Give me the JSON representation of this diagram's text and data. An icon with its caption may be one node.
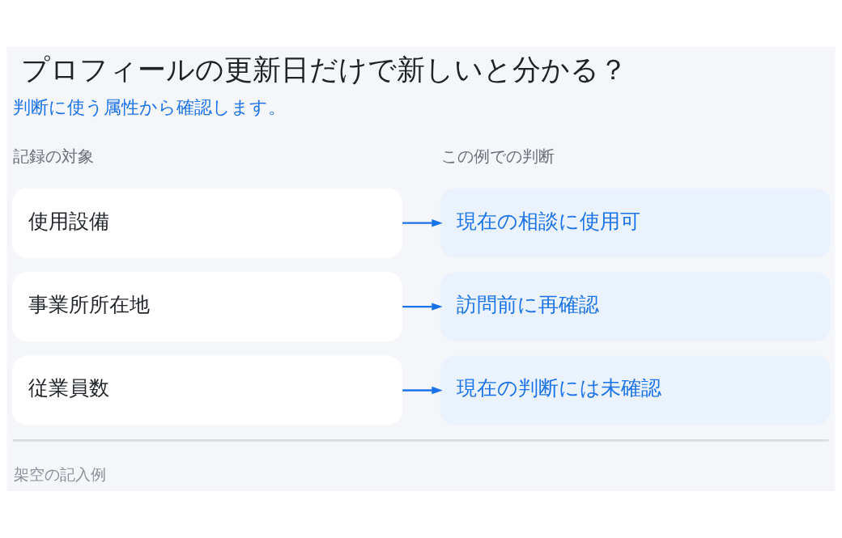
{
  "diagram": {
    "title": "プロフィールの更新日だけで新しいと分かる？",
    "caption": "架空の記入例",
    "nodes": [
      {
        "text": [
          "使用設備"
        ]
      },
      {
        "text": [
          "現在の相談に使用可"
        ]
      },
      {
        "text": [
          "事業所所在地"
        ]
      },
      {
        "text": [
          "訪問前に再確認"
        ]
      },
      {
        "text": [
          "従業員数"
        ]
      },
      {
        "text": [
          "現在の判断には未確認"
        ]
      }
    ],
    "edges": [
      {
        "from": 0,
        "to": 1,
        "arrow": "to"
      },
      {
        "from": 2,
        "to": 3,
        "arrow": "to"
      },
      {
        "from": 4,
        "to": 5,
        "arrow": "to"
      }
    ],
    "labels": [
      "判断に使う属性から確認します。",
      "記録の対象",
      "この例での判断"
    ]
  }
}
